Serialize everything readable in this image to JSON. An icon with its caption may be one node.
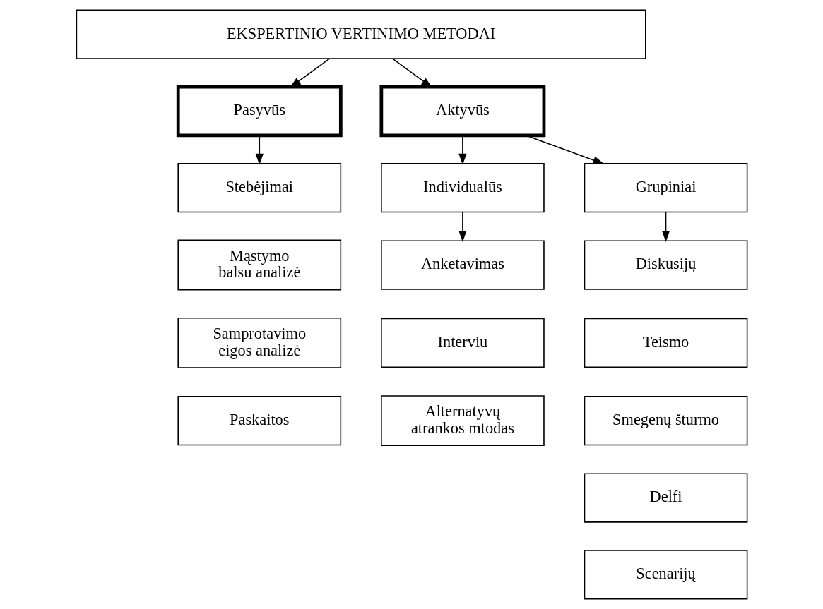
{
  "diagram": {
    "nodes": [
      {
        "text": [
          "EKSPERTINIO VERTINIMO METODAI"
        ]
      },
      {
        "text": [
          "Pasyvūs"
        ]
      },
      {
        "text": [
          "Aktyvūs"
        ]
      },
      {
        "text": [
          "Stebėjimai"
        ]
      },
      {
        "text": [
          "Mąstymo balsu analizė"
        ]
      },
      {
        "text": [
          "Samprotavimo eigos analizė"
        ]
      },
      {
        "text": [
          "Paskaitos"
        ]
      },
      {
        "text": [
          "Individualūs"
        ]
      },
      {
        "text": [
          "Grupiniai"
        ]
      },
      {
        "text": [
          "Anketavimas"
        ]
      },
      {
        "text": [
          "Interviu"
        ]
      },
      {
        "text": [
          "Alternatyvų atrankos mtodas"
        ]
      },
      {
        "text": [
          "Diskusijų"
        ]
      },
      {
        "text": [
          "Teismo"
        ]
      },
      {
        "text": [
          "Smegenų šturmo"
        ]
      },
      {
        "text": [
          "Delfi"
        ]
      },
      {
        "text": [
          "Scenarijų"
        ]
      }
    ],
    "edges": [
      {
        "from": 0,
        "to": 1,
        "arrow": "to"
      },
      {
        "from": 0,
        "to": 2,
        "arrow": "to"
      },
      {
        "from": 1,
        "to": 3,
        "arrow": "to"
      },
      {
        "from": 2,
        "to": 7,
        "arrow": "to"
      },
      {
        "from": 2,
        "to": 8,
        "arrow": "to"
      },
      {
        "from": 7,
        "to": 9,
        "arrow": "to"
      },
      {
        "from": 8,
        "to": 12,
        "arrow": "to"
      }
    ]
  }
}
